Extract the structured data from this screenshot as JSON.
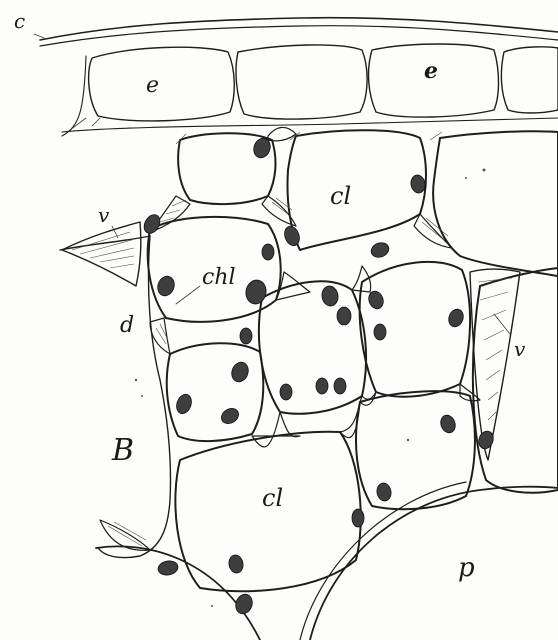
{
  "labels": {
    "c": "c",
    "e1": "e",
    "e2": "e",
    "cl_top": "cl",
    "v_left": "v",
    "chl": "chl",
    "d": "d",
    "v_right": "v",
    "B": "B",
    "cl_bottom": "cl",
    "p": "p"
  },
  "colors": {
    "ink": "#1e1e1e",
    "paper": "#fdfdfb",
    "chloroplast": "#3e3e3e"
  }
}
